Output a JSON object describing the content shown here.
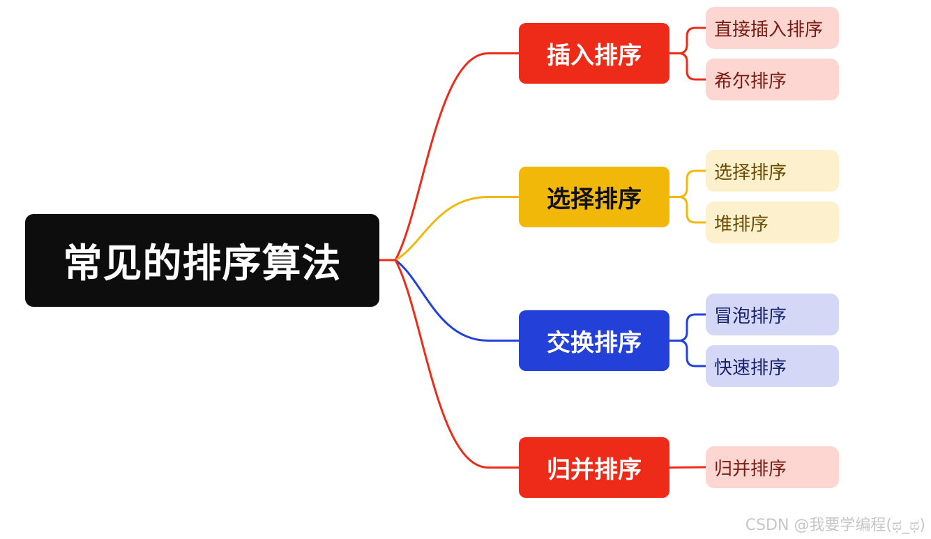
{
  "root": {
    "label": "常见的排序算法",
    "color": "#0d0d0d",
    "text_color": "#ffffff"
  },
  "branches": [
    {
      "label": "插入排序",
      "color": "#ee2a18",
      "text_color": "#ffffff",
      "leaf_bg": "#fdd5d1",
      "leaf_text": "#7a1a10",
      "leaves": [
        "直接插入排序",
        "希尔排序"
      ]
    },
    {
      "label": "选择排序",
      "color": "#f1b80a",
      "text_color": "#111111",
      "leaf_bg": "#fcf0cd",
      "leaf_text": "#6b4a00",
      "leaves": [
        "选择排序",
        "堆排序"
      ]
    },
    {
      "label": "交换排序",
      "color": "#2340d8",
      "text_color": "#ffffff",
      "leaf_bg": "#d4d8f6",
      "leaf_text": "#15206e",
      "leaves": [
        "冒泡排序",
        "快速排序"
      ]
    },
    {
      "label": "归并排序",
      "color": "#ee2a18",
      "text_color": "#ffffff",
      "leaf_bg": "#fdd5d1",
      "leaf_text": "#7a1a10",
      "leaves": [
        "归并排序"
      ]
    }
  ],
  "watermark": "CSDN @我要学编程(ಥ_ಥ)"
}
